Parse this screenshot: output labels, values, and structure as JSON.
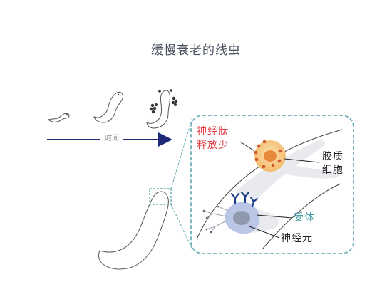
{
  "title": "缓慢衰老的线虫",
  "time_label": "时间",
  "peptide_label_line1": "神经肽",
  "peptide_label_line2": "释放少",
  "glia_label_line1": "胶质",
  "glia_label_line2": "细胞",
  "receptor_label": "受体",
  "neuron_label": "神经元",
  "colors": {
    "arrow": "#1e2a78",
    "inset_border": "#6fb1b8",
    "peptide_text": "#e0393e",
    "receptor_text": "#3f9aa6",
    "receptor_icon": "#1f3d8a",
    "glia_fill": "#f5c47d",
    "glia_dots": "#d4542b",
    "neuron_fill": "#b9c6e6"
  }
}
